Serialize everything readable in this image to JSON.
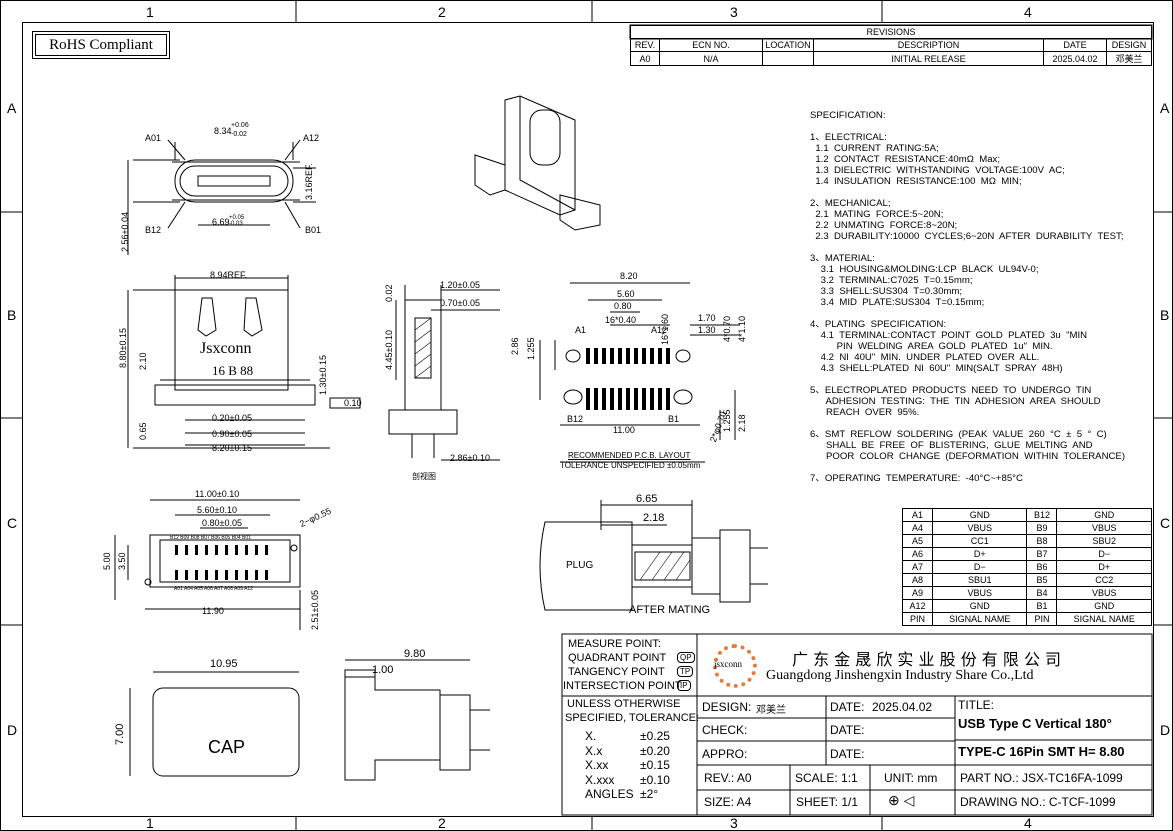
{
  "zones": {
    "cols": [
      "1",
      "2",
      "3",
      "4"
    ],
    "rows": [
      "A",
      "B",
      "C",
      "D"
    ]
  },
  "rohs": "RoHS Compliant",
  "revisions": {
    "title": "REVISIONS",
    "headers": [
      "REV.",
      "ECN NO.",
      "LOCATION",
      "DESCRIPTION",
      "DATE",
      "DESIGN"
    ],
    "row": [
      "A0",
      "N/A",
      "",
      "INITIAL RELEASE",
      "2025.04.02",
      "邓美兰"
    ]
  },
  "spec": [
    "SPECIFICATION:",
    "",
    "1、ELECTRICAL:",
    "  1.1  CURRENT  RATING:5A;",
    "  1.2  CONTACT  RESISTANCE:40mΩ  Max;",
    "  1.3  DIELECTRIC  WITHSTANDING  VOLTAGE:100V  AC;",
    "  1.4  INSULATION  RESISTANCE:100  MΩ  MIN;",
    "",
    "2、MECHANICAL;",
    "  2.1  MATING  FORCE:5~20N;",
    "  2.2  UNMATING  FORCE:8~20N;",
    "  2.3  DURABILITY:10000  CYCLES;6~20N  AFTER  DURABILITY  TEST;",
    "",
    "3、MATERIAL:",
    "    3.1  HOUSING&MOLDING:LCP  BLACK  UL94V-0;",
    "    3.2  TERMINAL:C7025  T=0.15mm;",
    "    3.3  SHELL:SUS304  T=0.30mm;",
    "    3.4  MID  PLATE:SUS304  T=0.15mm;",
    "",
    "4、PLATING  SPECIFICATION:",
    "    4.1  TERMINAL:CONTACT  POINT  GOLD  PLATED  3u  \"MIN",
    "          PIN  WELDING  AREA  GOLD  PLATED  1u\"  MIN.",
    "    4.2  NI  40U\"  MIN.  UNDER  PLATED  OVER  ALL.",
    "    4.3  SHELL:PLATED  NI  60U\"  MIN(SALT  SPRAY  48H)",
    "",
    "5、ELECTROPLATED  PRODUCTS  NEED  TO  UNDERGO  TIN",
    "      ADHESION  TESTING:  THE  TIN  ADHESION  AREA  SHOULD",
    "      REACH  OVER  95%.",
    "",
    "6、SMT  REFLOW  SOLDERING  (PEAK  VALUE  260  °C  ±  5  °  C)",
    "      SHALL  BE  FREE  OF  BLISTERING,  GLUE  MELTING  AND",
    "      POOR  COLOR  CHANGE  (DEFORMATION  WITHIN  TOLERANCE)",
    "",
    "7、OPERATING  TEMPERATURE:  -40°C~+85°C"
  ],
  "pin_table": {
    "rows": [
      [
        "A1",
        "GND",
        "B12",
        "GND"
      ],
      [
        "A4",
        "VBUS",
        "B9",
        "VBUS"
      ],
      [
        "A5",
        "CC1",
        "B8",
        "SBU2"
      ],
      [
        "A6",
        "D+",
        "B7",
        "D−"
      ],
      [
        "A7",
        "D−",
        "B6",
        "D+"
      ],
      [
        "A8",
        "SBU1",
        "B5",
        "CC2"
      ],
      [
        "A9",
        "VBUS",
        "B4",
        "VBUS"
      ],
      [
        "A12",
        "GND",
        "B1",
        "GND"
      ]
    ],
    "header": [
      "PIN",
      "SIGNAL NAME",
      "PIN",
      "SIGNAL NAME"
    ]
  },
  "views": {
    "top": {
      "w": "8.34",
      "tol_up": "+0.06",
      "tol_dn": "-0.02",
      "a01": "A01",
      "a12": "A12",
      "b12": "B12",
      "b01": "B01",
      "inner": "6.69",
      "inner_tol_up": "+0.05",
      "inner_tol_dn": "-0.03",
      "h": "3.16REF.",
      "side": "2.56±0.04"
    },
    "front": {
      "w": "8.94REF.",
      "h": "8.80±0.15",
      "h2": "2.10",
      "brand": "Jsxconn",
      "code": "16 B 88",
      "p1": "1.30±0.15",
      "flat": "0.10",
      "d1": "0.20±0.05",
      "d2": "0.90±0.05",
      "d3": "8.20±0.15",
      "t": "0.65"
    },
    "section": {
      "d1": "1.20±0.05",
      "d2": "0.70±0.05",
      "h": "4.45±0.10",
      "top": "0.02",
      "d3": "2.86±0.10",
      "label": "剖视图"
    },
    "pcb": {
      "w1": "8.20",
      "w2": "5.60",
      "w3": "0.80",
      "pads": "16*0.40",
      "pads2": "16*1.60",
      "r1": "1.70",
      "r2": "1.30",
      "h1": "2.86",
      "h2": "1.255",
      "s1": "4*0.70",
      "s2": "4*1.10",
      "a1": "A1",
      "a12": "A12",
      "b12": "B12",
      "b1": "B1",
      "bw": "11.00",
      "dia": "2*φ0.70",
      "hb1": "1.255",
      "hb2": "2.18",
      "caption1": "RECOMMENDED  P.C.B.  LAYOUT",
      "caption2": "TOLERANCE  UNSPECIFIED  ±0.05mm"
    },
    "bottom": {
      "w1": "11.00±0.10",
      "w2": "5.60±0.10",
      "w3": "0.80±0.05",
      "dia": "2−φ0.55",
      "h1": "5.00",
      "h2": "3.50",
      "w4": "11.90",
      "h3": "2.51±0.05",
      "pins_top": "B12  B09 B08 B07 B06 B05  B04  B01",
      "pins_bot": "A01 A04  A05 A06 A07 A08  A09 A12"
    },
    "mating": {
      "d1": "6.65",
      "d2": "2.18",
      "plug": "PLUG",
      "label": "AFTER  MATING"
    },
    "cap": {
      "w": "10.95",
      "h": "7.00",
      "label": "CAP"
    },
    "side": {
      "w": "9.80",
      "d": "1.00"
    }
  },
  "title_block": {
    "measure": [
      "MEASURE  POINT:",
      "QUADRANT  POINT",
      "TANGENCY  POINT",
      "INTERSECTION  POINT"
    ],
    "measure_tags": [
      "QP",
      "TP",
      "IP"
    ],
    "logo": "jsxconn",
    "company_cn": "广 东 金 晟 欣 实 业 股 份 有 限 公 司",
    "company_en": "Guangdong  Jinshengxin  Industry  Share  Co.,Ltd",
    "unless": "UNLESS  OTHERWISE",
    "specified": "SPECIFIED,  TOLERANCE:",
    "tolerances": [
      [
        "X.",
        "±0.25"
      ],
      [
        "X.x",
        "±0.20"
      ],
      [
        "X.xx",
        "±0.15"
      ],
      [
        "X.xxx",
        "±0.10"
      ],
      [
        "ANGLES",
        "±2°"
      ]
    ],
    "design_label": "DESIGN:",
    "design_value": "邓美兰",
    "date_label": "DATE:",
    "date_value": "2025.04.02",
    "check_label": "CHECK:",
    "appro_label": "APPRO:",
    "title_label": "TITLE:",
    "title1": "USB Type C Vertical 180°",
    "title2": "TYPE-C 16Pin SMT  H= 8.80",
    "rev_label": "REV.: A0",
    "scale_label": "SCALE: 1:1",
    "unit_label": "UNIT: mm",
    "part_label": "PART  NO.:  JSX-TC16FA-1099",
    "size_label": "SIZE: A4",
    "sheet_label": "SHEET: 1/1",
    "drawing_label": "DRAWING  NO.:  C-TCF-1099"
  }
}
